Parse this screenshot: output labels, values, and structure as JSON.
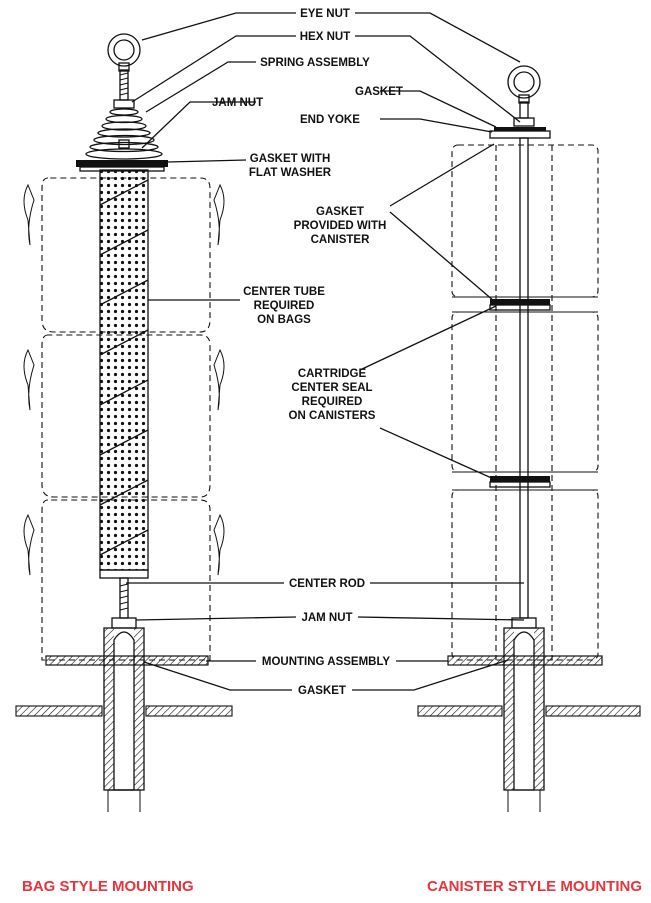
{
  "labels": {
    "eye_nut": "EYE NUT",
    "hex_nut": "HEX NUT",
    "spring_assembly": "SPRING ASSEMBLY",
    "jam_nut_top": "JAM NUT",
    "gasket_top": "GASKET",
    "end_yoke": "END YOKE",
    "gasket_flat_washer_1": "GASKET WITH",
    "gasket_flat_washer_2": "FLAT WASHER",
    "gasket_canister_1": "GASKET",
    "gasket_canister_2": "PROVIDED WITH",
    "gasket_canister_3": "CANISTER",
    "center_tube_1": "CENTER TUBE",
    "center_tube_2": "REQUIRED",
    "center_tube_3": "ON BAGS",
    "cartridge_seal_1": "CARTRIDGE",
    "cartridge_seal_2": "CENTER SEAL",
    "cartridge_seal_3": "REQUIRED",
    "cartridge_seal_4": "ON CANISTERS",
    "center_rod": "CENTER ROD",
    "jam_nut_bottom": "JAM NUT",
    "mounting_assembly": "MOUNTING ASSEMBLY",
    "gasket_bottom": "GASKET"
  },
  "captions": {
    "left": "BAG STYLE MOUNTING",
    "right": "CANISTER STYLE MOUNTING"
  },
  "colors": {
    "caption": "#e8343a",
    "line": "#111111"
  }
}
